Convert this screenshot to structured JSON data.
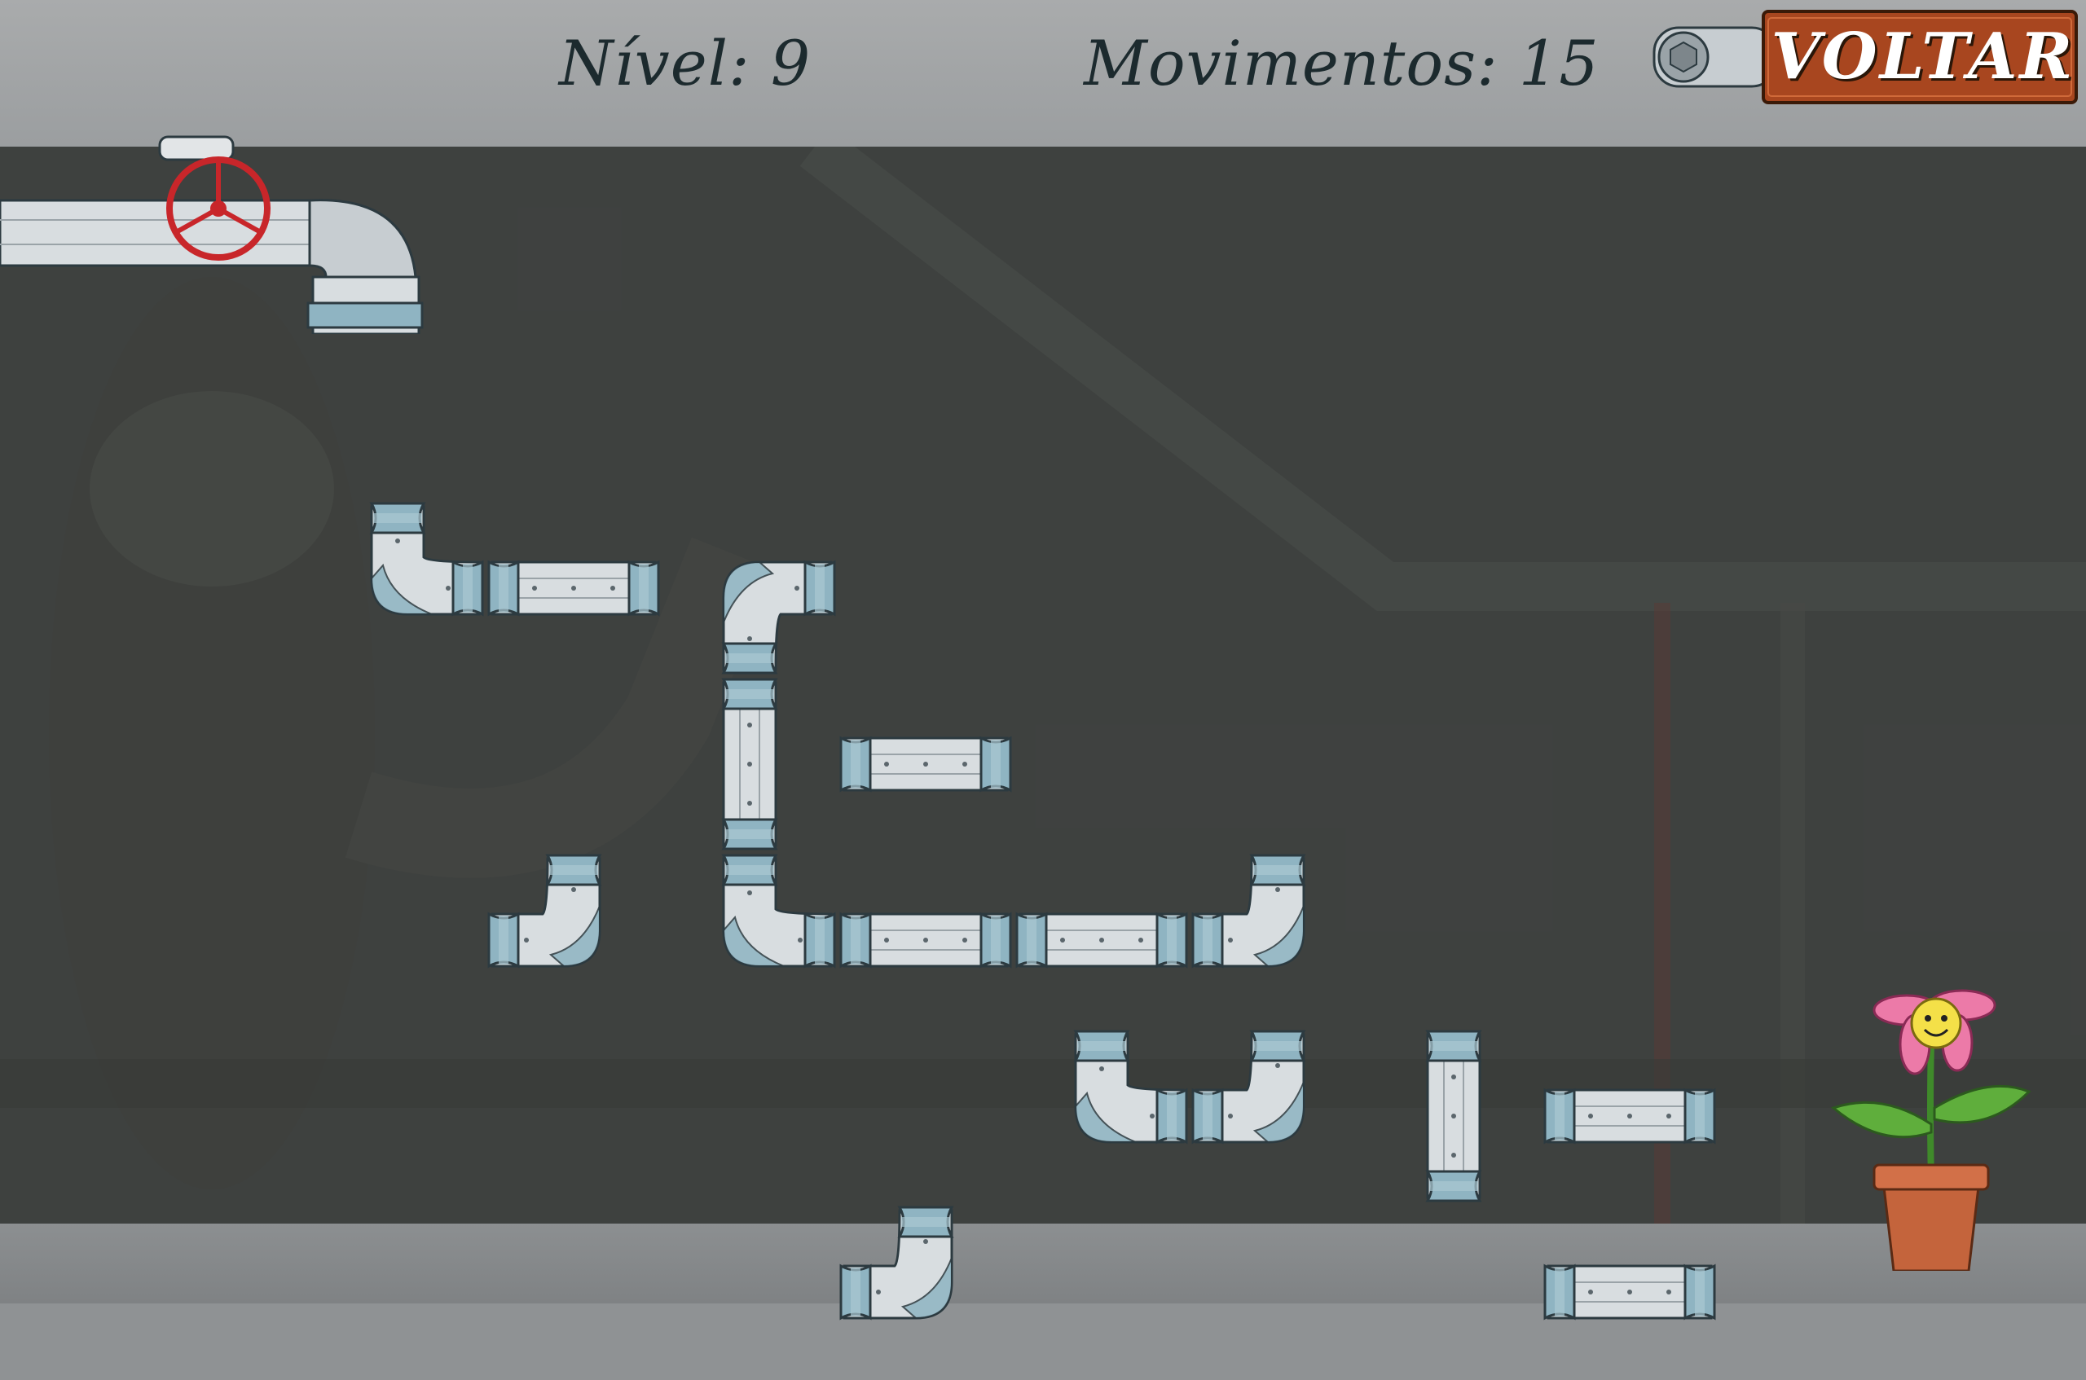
{
  "hud": {
    "level_label": "Nível:",
    "level_value": "9",
    "moves_label": "Movimentos:",
    "moves_value": "15",
    "back_button": "VOLTAR"
  },
  "colors": {
    "pipe_body": "#d8dde0",
    "pipe_flange": "#8fb4c2",
    "valve": "#c8262a",
    "button_bg": "#a8461f",
    "hud_text": "#1c2a2e"
  },
  "icons": {
    "valve": "valve-wheel-icon",
    "back_button_bolt": "hex-bolt-icon",
    "goal": "flower-pot-icon"
  },
  "board": {
    "tiles": [
      {
        "id": "t-0-1",
        "type": "elbow",
        "rotation": 0
      },
      {
        "id": "t-1-1",
        "type": "straight",
        "rotation": 0
      },
      {
        "id": "t-2-1",
        "type": "elbow",
        "rotation": 90
      },
      {
        "id": "t-2-2",
        "type": "straight",
        "rotation": 90
      },
      {
        "id": "t-3-2",
        "type": "straight",
        "rotation": 0
      },
      {
        "id": "t-1-3",
        "type": "elbow",
        "rotation": 270
      },
      {
        "id": "t-2-3",
        "type": "elbow",
        "rotation": 0
      },
      {
        "id": "t-3-3",
        "type": "straight",
        "rotation": 0
      },
      {
        "id": "t-4-3",
        "type": "straight",
        "rotation": 0
      },
      {
        "id": "t-5-3",
        "type": "elbow",
        "rotation": 270
      },
      {
        "id": "t-4-4",
        "type": "elbow",
        "rotation": 0
      },
      {
        "id": "t-5-4",
        "type": "elbow",
        "rotation": 270
      },
      {
        "id": "t-6-4",
        "type": "straight",
        "rotation": 90
      },
      {
        "id": "t-7-4",
        "type": "straight",
        "rotation": 0
      },
      {
        "id": "t-3-5",
        "type": "elbow",
        "rotation": 270
      },
      {
        "id": "t-7-5",
        "type": "straight",
        "rotation": 0
      }
    ]
  }
}
